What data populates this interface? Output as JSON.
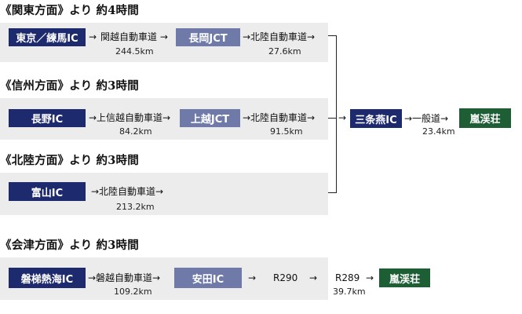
{
  "routes": {
    "kanto": {
      "heading": "《関東方面》より 約4時間",
      "start": "東京／練馬IC",
      "arrow1": "→",
      "road1": "関越自動車道 →",
      "dist1": "244.5km",
      "jct": "長岡JCT",
      "road2": "→北陸自動車道→",
      "dist2": "27.6km"
    },
    "shinshu": {
      "heading": "《信州方面》より 約3時間",
      "start": "長野IC",
      "road1": "→上信越自動車道→",
      "dist1": "84.2km",
      "jct": "上越JCT",
      "road2": "→北陸自動車道→",
      "dist2": "91.5km"
    },
    "hokuriku": {
      "heading": "《北陸方面》より 約3時間",
      "start": "富山IC",
      "road1": "→北陸自動車道→",
      "dist1": "213.2km"
    },
    "merge": {
      "arrow_in": "→",
      "ic": "三条燕IC",
      "road": "→一般道→",
      "dist": "23.4km",
      "dest": "嵐渓荘"
    },
    "aizu": {
      "heading": "《会津方面》より 約3時間",
      "start": "磐梯熱海IC",
      "road1": "→磐越自動車道→",
      "dist1": "109.2km",
      "ic": "安田IC",
      "arrow2": "→",
      "road2": "R290",
      "arrow3": "→",
      "road3": "R289",
      "dist3": "39.7km",
      "arrow4": "→",
      "dest": "嵐渓荘"
    }
  },
  "colors": {
    "band": "#ececec",
    "navy_box": "#1e2a6e",
    "slate_box": "#6f7aa8",
    "green_box": "#1e5e35"
  }
}
